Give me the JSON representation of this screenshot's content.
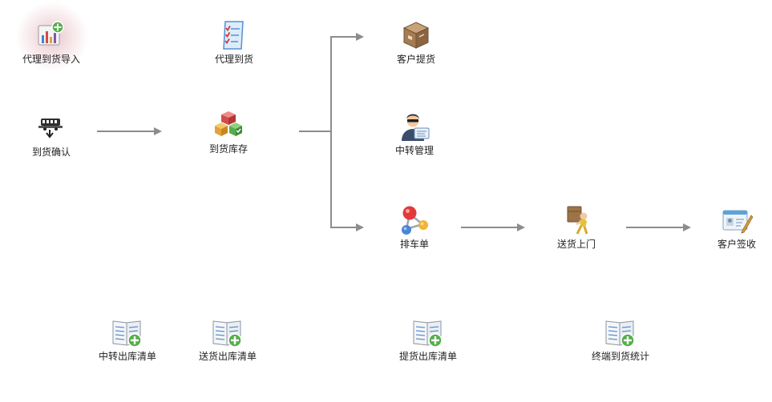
{
  "flow": {
    "agent_arrival_import": {
      "label": "代理到货导入",
      "icon": "bar-chart-add-icon"
    },
    "agent_arrival": {
      "label": "代理到货",
      "icon": "checklist-icon"
    },
    "customer_pickup": {
      "label": "客户提货",
      "icon": "package-box-icon"
    },
    "arrival_confirm": {
      "label": "到货确认",
      "icon": "truck-download-icon"
    },
    "arrival_stock": {
      "label": "到货库存",
      "icon": "stacked-boxes-icon"
    },
    "transit_manage": {
      "label": "中转管理",
      "icon": "agent-person-icon"
    },
    "dispatch_order": {
      "label": "排车单",
      "icon": "molecule-icon"
    },
    "home_delivery": {
      "label": "送货上门",
      "icon": "delivery-person-icon"
    },
    "customer_signoff": {
      "label": "客户签收",
      "icon": "id-card-pen-icon"
    }
  },
  "reports": {
    "transit_out_list": {
      "label": "中转出库清单",
      "icon": "report-book-add-icon"
    },
    "delivery_out_list": {
      "label": "送货出库清单",
      "icon": "report-book-add-icon"
    },
    "pickup_out_list": {
      "label": "提货出库清单",
      "icon": "report-book-add-icon"
    },
    "terminal_arrival_stats": {
      "label": "终端到货统计",
      "icon": "report-book-add-icon"
    }
  },
  "colors": {
    "connector": "#8c8c8c",
    "label_text": "#222222",
    "highlight": "#d696a0"
  }
}
